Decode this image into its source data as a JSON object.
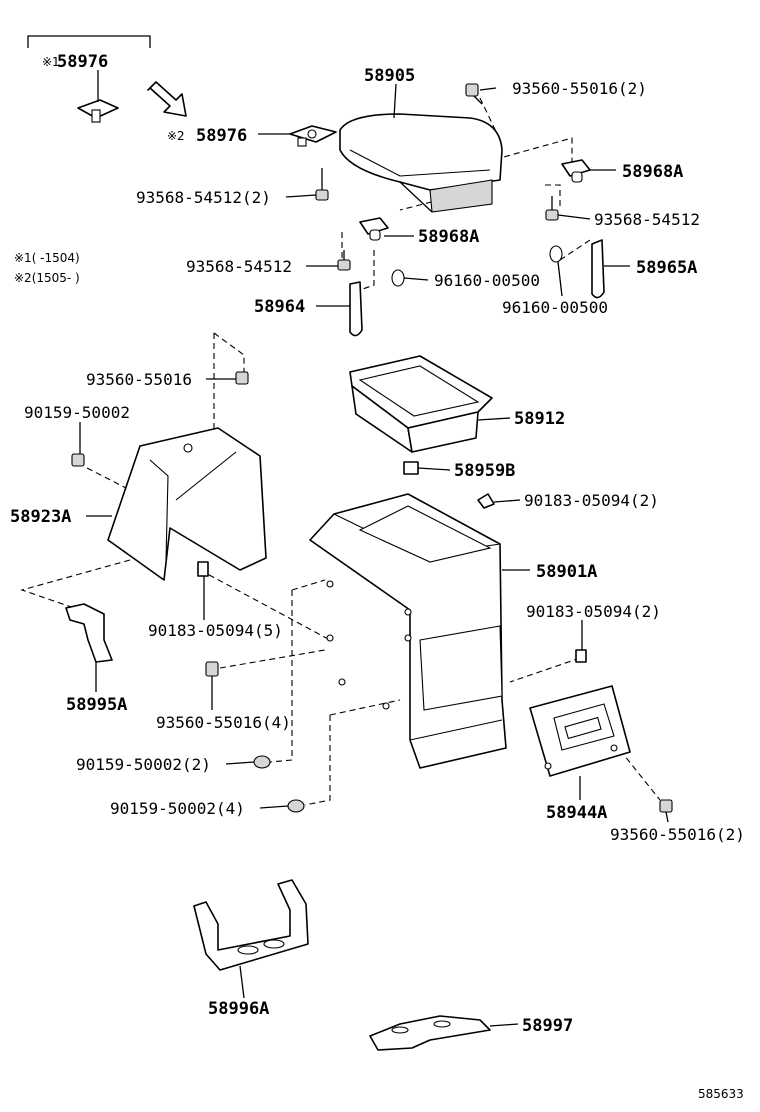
{
  "diagram": {
    "labels": {
      "p58976_1": "58976",
      "p58976_2": "58976",
      "p58905": "58905",
      "b93560_55016_2_top": "93560-55016(2)",
      "s93568_54512_2": "93568-54512(2)",
      "p58968A_right": "58968A",
      "s93568_54512_right": "93568-54512",
      "p58968A_mid": "58968A",
      "s93568_54512_left": "93568-54512",
      "w96160_00500_mid": "96160-00500",
      "p58965A": "58965A",
      "w96160_00500_right": "96160-00500",
      "p58964": "58964",
      "b93560_55016_single": "93560-55016",
      "c90159_50002_single": "90159-50002",
      "p58912": "58912",
      "p58959B": "58959B",
      "n90183_05094_2_top": "90183-05094(2)",
      "p58923A": "58923A",
      "p58901A": "58901A",
      "n90183_05094_5": "90183-05094(5)",
      "n90183_05094_2_right": "90183-05094(2)",
      "p58995A": "58995A",
      "b93560_55016_4": "93560-55016(4)",
      "c90159_50002_2": "90159-50002(2)",
      "c90159_50002_4": "90159-50002(4)",
      "p58944A": "58944A",
      "b93560_55016_2_bottom": "93560-55016(2)",
      "p58996A": "58996A",
      "p58997": "58997",
      "figure_id": "585633"
    },
    "notes": {
      "mark1": "※1",
      "mark2": "※2",
      "note1": "※1(    -1504)",
      "note2": "※2(1505-    )"
    }
  }
}
